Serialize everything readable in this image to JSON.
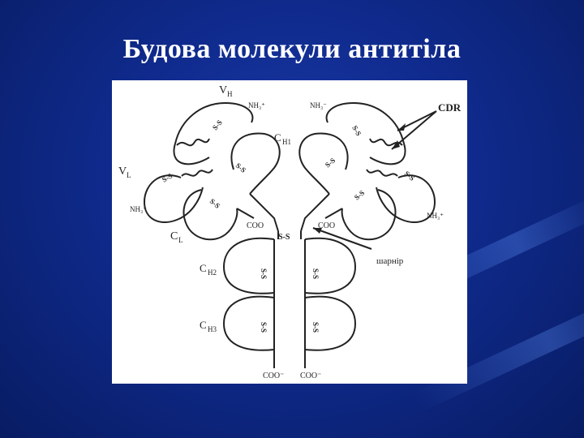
{
  "slide": {
    "title": "Будова молекули антитіла",
    "background_color": "#0f2a8c",
    "title_color": "#ffffff"
  },
  "diagram": {
    "labels": {
      "vh_main": "V",
      "vh_sub": "H",
      "vl_main": "V",
      "vl_sub": "L",
      "ch1_main": "C",
      "ch1_sub": "H1",
      "cl_main": "C",
      "cl_sub": "L",
      "ch2_main": "C",
      "ch2_sub": "H2",
      "ch3_main": "C",
      "ch3_sub": "H3",
      "cdr": "CDR",
      "hinge": "шарнір",
      "nh3_top_left": "NH₃⁺",
      "nh3_top_right": "NH₃⁻",
      "nh3_left": "NH₃⁺",
      "nh3_right": "NH₃⁺",
      "coo_left": "COO",
      "coo_right": "COO",
      "coo_bottom_left": "COO⁻",
      "coo_bottom_right": "COO⁻",
      "disulfide": "S-S"
    }
  }
}
